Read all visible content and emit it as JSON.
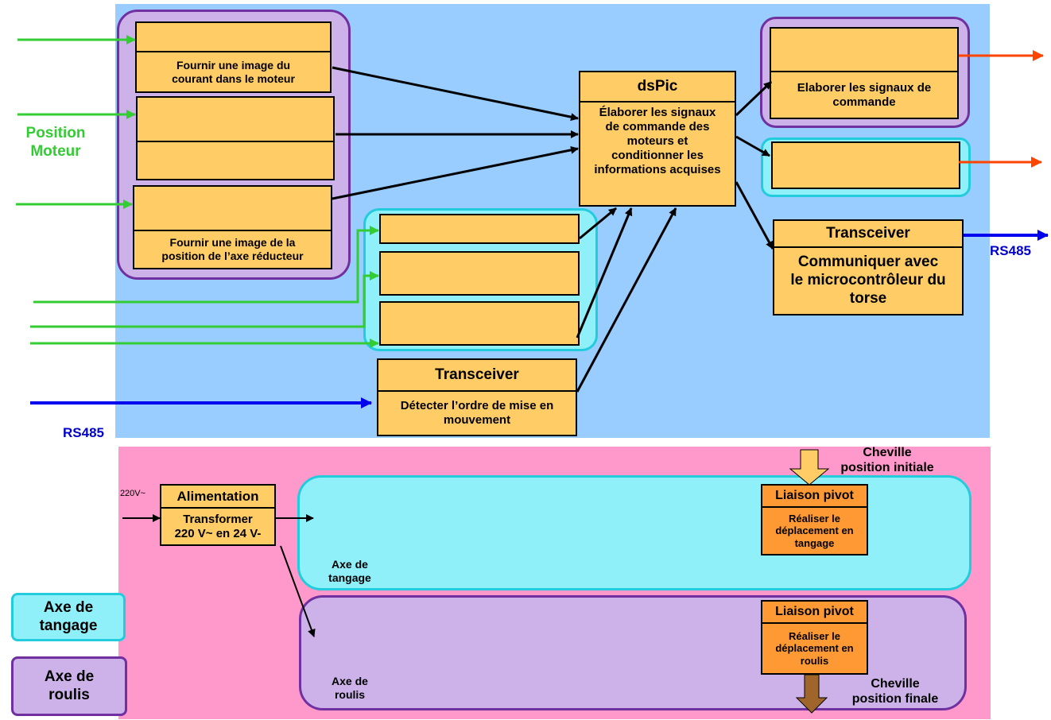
{
  "blocks": {
    "courant_desc": "Fournir une image du\ncourant dans le moteur",
    "axe_desc": "Fournir une image de la\nposition de l’axe réducteur",
    "dspic_title": "dsPic",
    "dspic_desc": "Élaborer les signaux\nde commande des\nmoteurs et\nconditionner les\ninformations acquises",
    "commande_desc": "Elaborer les signaux de\ncommande",
    "transceiver_right_title": "Transceiver",
    "transceiver_right_desc": "Communiquer avec\nle microcontrôleur du\ntorse",
    "transceiver_left_title": "Transceiver",
    "transceiver_left_desc": "Détecter l’ordre de mise en\nmouvement",
    "alimentation_title": "Alimentation",
    "alimentation_desc": "Transformer\n220 V~ en 24 V-",
    "pivot1_title": "Liaison pivot",
    "pivot1_desc": "Réaliser le\ndéplacement en\ntangage",
    "pivot2_title": "Liaison pivot",
    "pivot2_desc": "Réaliser le\ndéplacement en\nroulis"
  },
  "labels": {
    "position_moteur": "Position\nMoteur",
    "rs485_left": "RS485",
    "rs485_right": "RS485",
    "v220": "220V~",
    "cheville_initiale": "Cheville\nposition initiale",
    "cheville_finale": "Cheville\nposition finale",
    "axe_tangage": "Axe de\ntangage",
    "axe_roulis": "Axe de\nroulis"
  },
  "legend": {
    "tangage": "Axe de\ntangage",
    "roulis": "Axe de\nroulis"
  },
  "colors": {
    "green_arrow": "#33cc33",
    "red_arrow": "#ff4400",
    "blue_arrow": "#0000ee",
    "label_green": "#33cc33",
    "label_blue": "#0000cc"
  }
}
